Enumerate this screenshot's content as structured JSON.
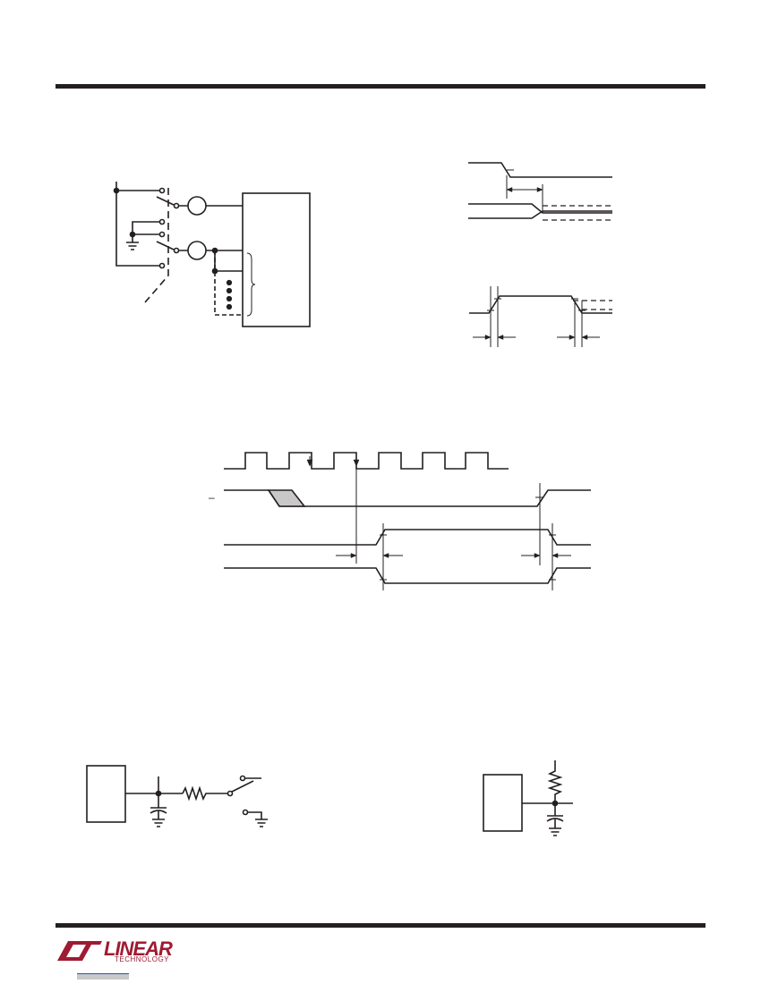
{
  "header": {},
  "figures": {
    "switch_matrix": {},
    "timing_top_right": {},
    "timing_lower_right": {},
    "clock_timing": {
      "clock_pulses": 6,
      "bar_label": "–"
    },
    "debounce_circuit": {},
    "rc_circuit": {}
  },
  "footer": {
    "logo_word": "LINEAR",
    "logo_sub": "TECHNOLOGY",
    "brand_color": "#9e1b32"
  }
}
